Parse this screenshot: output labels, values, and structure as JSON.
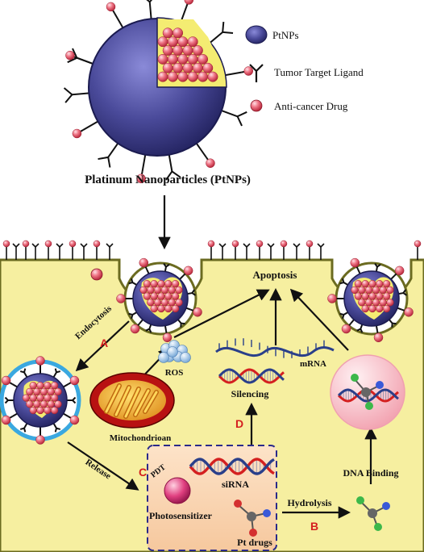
{
  "title": "Platinum Nanoparticles (PtNPs)",
  "legend": {
    "ptnps": "PtNPs",
    "ligand": "Tumor Target Ligand",
    "drug": "Anti-cancer Drug"
  },
  "labels": {
    "apoptosis": "Apoptosis",
    "endocytosis": "Endocytosis",
    "ros": "ROS",
    "mrna": "mRNA",
    "silencing": "Silencing",
    "mitochondrion": "Mitochondrioan",
    "release": "Release",
    "pdt": "PDT",
    "sirna": "siRNA",
    "photosensitizer": "Photosensitizer",
    "pt_drugs": "Pt drugs",
    "hydrolysis": "Hydrolysis",
    "dna_binding": "DNA Binding"
  },
  "pathway_letters": {
    "a": "A",
    "b": "B",
    "c": "C",
    "d": "D"
  },
  "colors": {
    "cell_fill": "#f6efa0",
    "membrane": "#6b6b20",
    "ptnp_shell": "#4a4a9a",
    "core": "#f4ec72",
    "drug": "#f07080",
    "accent_red": "#d41f1f"
  }
}
